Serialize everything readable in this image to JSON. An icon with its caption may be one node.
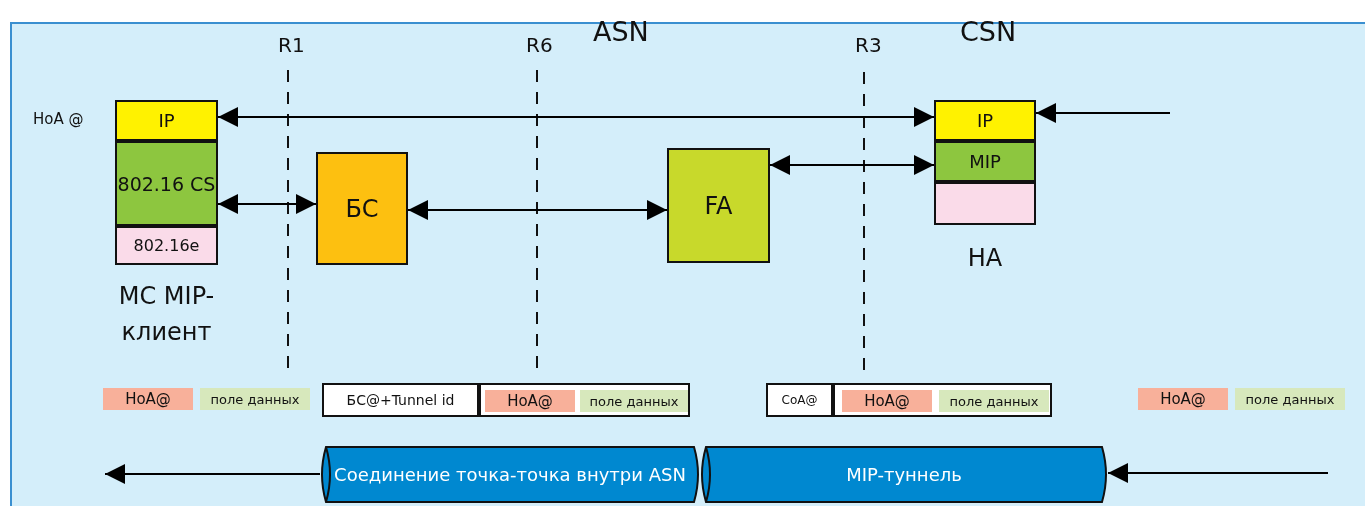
{
  "diagram": {
    "nodes": [
      {
        "text": [
          "МС MIP-клиент"
        ]
      },
      {
        "text": [
          "IP"
        ],
        "in": 0,
        "beside": [
          "HoA @"
        ]
      },
      {
        "text": [
          "802.16 CS"
        ],
        "in": 0
      },
      {
        "text": [
          "802.16e"
        ],
        "in": 0
      },
      {
        "text": [
          "БС"
        ]
      },
      {
        "text": [
          "FA"
        ]
      },
      {
        "text": [
          "HA"
        ]
      },
      {
        "text": [
          "IP"
        ],
        "in": 6
      },
      {
        "text": [
          "MIP"
        ],
        "in": 6
      },
      {
        "text": [],
        "shape": "box",
        "in": 6
      },
      {
        "text": [
          "HoA@"
        ]
      },
      {
        "text": [
          "поле данных"
        ]
      },
      {
        "text": [
          "БС@+Tunnel id"
        ]
      },
      {
        "text": [],
        "shape": "box"
      },
      {
        "text": [
          "HoA@"
        ],
        "in": 13
      },
      {
        "text": [
          "поле данных"
        ],
        "in": 13
      },
      {
        "text": [
          "CoA@"
        ]
      },
      {
        "text": [],
        "shape": "box"
      },
      {
        "text": [
          "HoA@"
        ],
        "in": 17
      },
      {
        "text": [
          "поле данных"
        ],
        "in": 17
      },
      {
        "text": [
          "HoA@"
        ]
      },
      {
        "text": [
          "поле данных"
        ]
      },
      {
        "text": [
          "Соединение точка-точка внутри ASN"
        ]
      },
      {
        "text": [
          "MIP-туннель"
        ]
      }
    ],
    "edges": [
      {
        "from": 7,
        "to": 1,
        "arrow": "both"
      },
      {
        "from": null,
        "to": 7,
        "arrow": "to"
      },
      {
        "from": 2,
        "to": 4,
        "arrow": "both"
      },
      {
        "from": 4,
        "to": 5,
        "arrow": "both"
      },
      {
        "from": 5,
        "to": 8,
        "arrow": "both"
      },
      {
        "from": 22,
        "to": null,
        "arrow": "to"
      },
      {
        "from": null,
        "to": 23,
        "arrow": "to"
      }
    ],
    "labels": [
      "R1",
      "R6",
      "ASN",
      "R3",
      "CSN"
    ]
  }
}
